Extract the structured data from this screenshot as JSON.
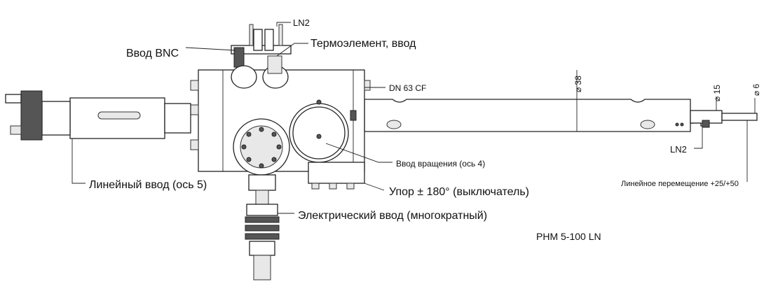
{
  "labels": {
    "bnc": "Ввод BNC",
    "ln2_top": "LN2",
    "thermo": "Термоэлемент, ввод",
    "dn": "DN 63 CF",
    "d38": "⌀ 38",
    "d15": "⌀ 15",
    "d6": "⌀ 6",
    "ln2_right": "LN2",
    "rotation": "Ввод вращения (ось 4)",
    "linear_move": "Линейное перемещение +25/+50",
    "linear_input": "Линейный ввод (ось 5)",
    "stop": "Упор ± 180° (выключатель)",
    "electric": "Электрический ввод (многократный)",
    "model": "PHM 5-100 LN"
  }
}
